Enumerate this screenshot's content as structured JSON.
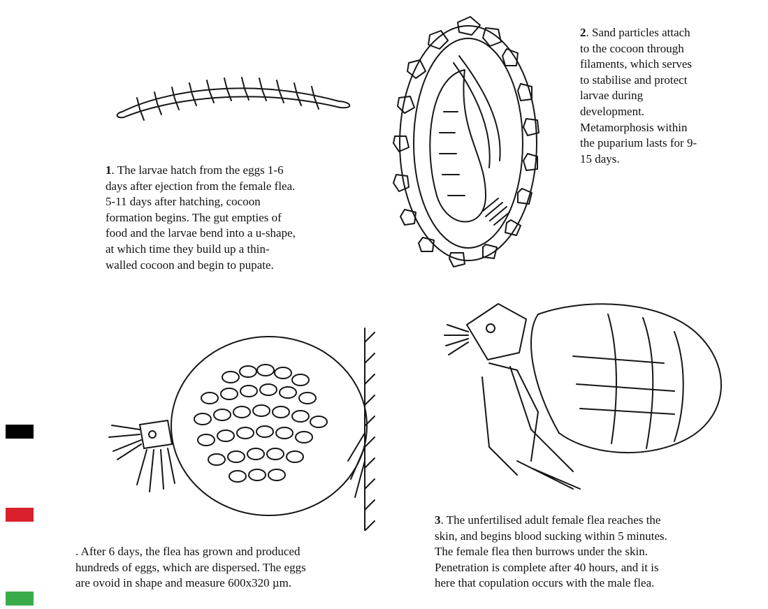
{
  "captions": {
    "stage1": {
      "num": "1",
      "text": ". The larvae hatch from the eggs 1-6\ndays after ejection from the female flea.\n5-11 days after hatching, cocoon\nformation begins. The gut empties of\nfood and the larvae bend into a u-shape,\nat which time they build up a thin-\nwalled cocoon and begin to pupate."
    },
    "stage2": {
      "num": "2",
      "text": ". Sand particles attach\nto the cocoon through\nfilaments, which serves\nto stabilise and protect\nlarvae during\ndevelopment.\nMetamorphosis within\nthe puparium lasts for 9-\n15 days."
    },
    "stage3": {
      "num": "3",
      "text": ". The unfertilised adult female flea reaches the\nskin, and begins blood sucking within 5 minutes.\nThe female flea then burrows under the skin.\nPenetration is complete after 40 hours, and it is\nhere that copulation occurs with the male flea."
    },
    "stage4": {
      "text": ". After 6 days, the flea has grown and produced\nhundreds of eggs, which are dispersed. The eggs\nare ovoid in shape and measure 600x320 µm."
    }
  },
  "swatches": [
    "#000000",
    "#d9202c",
    "#3aad4a"
  ]
}
